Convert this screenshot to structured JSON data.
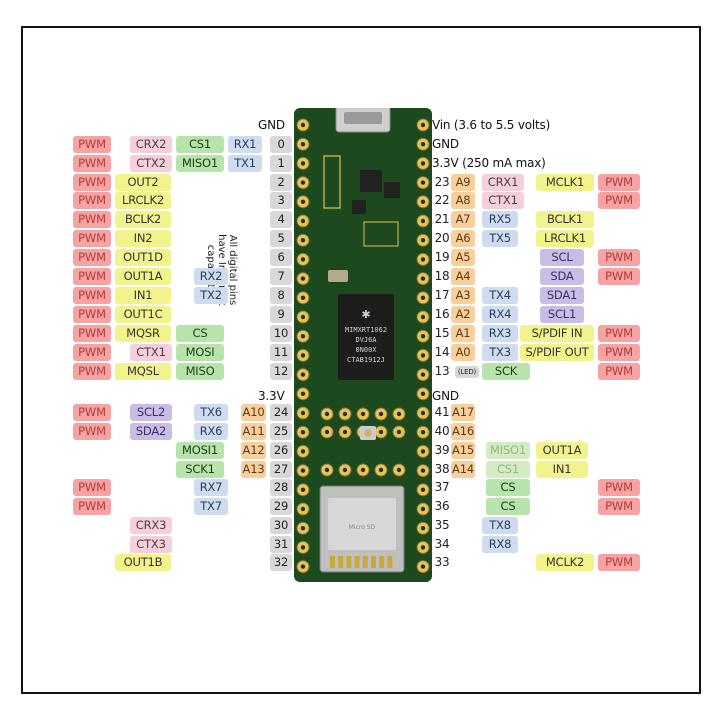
{
  "top_labels": {
    "gnd_top_left": "GND",
    "vin": "Vin  (3.6 to 5.5 volts)",
    "gnd_right": "GND",
    "v33_max": "3.3V (250 mA max)",
    "v33_left": "3.3V",
    "gnd_mid_right": "GND"
  },
  "note": "All digital pins have Interrupt capability.",
  "chip": {
    "line1": "MIMXRT1062",
    "line2": "DVJ6A",
    "line3": "0N00X",
    "line4": "CTAB1912J"
  },
  "led_label": "(LED)",
  "sd_label": "Micro SD",
  "left_pins": [
    {
      "num": "0",
      "cells": [
        "PWM",
        "CRX2",
        "CS1",
        "RX1"
      ]
    },
    {
      "num": "1",
      "cells": [
        "PWM",
        "CTX2",
        "MISO1",
        "TX1"
      ]
    },
    {
      "num": "2",
      "cells": [
        "PWM",
        "OUT2"
      ]
    },
    {
      "num": "3",
      "cells": [
        "PWM",
        "LRCLK2"
      ]
    },
    {
      "num": "4",
      "cells": [
        "PWM",
        "BCLK2"
      ]
    },
    {
      "num": "5",
      "cells": [
        "PWM",
        "IN2"
      ]
    },
    {
      "num": "6",
      "cells": [
        "PWM",
        "OUT1D"
      ]
    },
    {
      "num": "7",
      "cells": [
        "PWM",
        "OUT1A",
        "RX2"
      ]
    },
    {
      "num": "8",
      "cells": [
        "PWM",
        "IN1",
        "TX2"
      ]
    },
    {
      "num": "9",
      "cells": [
        "PWM",
        "OUT1C"
      ]
    },
    {
      "num": "10",
      "cells": [
        "PWM",
        "MQSR",
        "CS"
      ]
    },
    {
      "num": "11",
      "cells": [
        "PWM",
        "CTX1",
        "MOSI"
      ]
    },
    {
      "num": "12",
      "cells": [
        "PWM",
        "MQSL",
        "MISO"
      ]
    },
    {
      "num": "24",
      "cells": [
        "PWM",
        "SCL2",
        "TX6",
        "A10"
      ]
    },
    {
      "num": "25",
      "cells": [
        "PWM",
        "SDA2",
        "RX6",
        "A11"
      ]
    },
    {
      "num": "26",
      "cells": [
        "MOSI1",
        "A12"
      ]
    },
    {
      "num": "27",
      "cells": [
        "SCK1",
        "A13"
      ]
    },
    {
      "num": "28",
      "cells": [
        "PWM",
        "RX7"
      ]
    },
    {
      "num": "29",
      "cells": [
        "PWM",
        "TX7"
      ]
    },
    {
      "num": "30",
      "cells": [
        "CRX3"
      ]
    },
    {
      "num": "31",
      "cells": [
        "CTX3"
      ]
    },
    {
      "num": "32",
      "cells": [
        "OUT1B"
      ]
    }
  ],
  "right_pins": [
    {
      "num": "23",
      "cells": [
        "A9",
        "CRX1",
        "MCLK1",
        "PWM"
      ]
    },
    {
      "num": "22",
      "cells": [
        "A8",
        "CTX1",
        "PWM"
      ]
    },
    {
      "num": "21",
      "cells": [
        "A7",
        "RX5",
        "BCLK1"
      ]
    },
    {
      "num": "20",
      "cells": [
        "A6",
        "TX5",
        "LRCLK1"
      ]
    },
    {
      "num": "19",
      "cells": [
        "A5",
        "SCL",
        "PWM"
      ]
    },
    {
      "num": "18",
      "cells": [
        "A4",
        "SDA",
        "PWM"
      ]
    },
    {
      "num": "17",
      "cells": [
        "A3",
        "TX4",
        "SDA1"
      ]
    },
    {
      "num": "16",
      "cells": [
        "A2",
        "RX4",
        "SCL1"
      ]
    },
    {
      "num": "15",
      "cells": [
        "A1",
        "RX3",
        "S/PDIF IN",
        "PWM"
      ]
    },
    {
      "num": "14",
      "cells": [
        "A0",
        "TX3",
        "S/PDIF OUT",
        "PWM"
      ]
    },
    {
      "num": "13",
      "cells": [
        "SCK",
        "PWM"
      ]
    },
    {
      "num": "41",
      "cells": [
        "A17"
      ]
    },
    {
      "num": "40",
      "cells": [
        "A16"
      ]
    },
    {
      "num": "39",
      "cells": [
        "A15",
        "MISO1",
        "OUT1A"
      ]
    },
    {
      "num": "38",
      "cells": [
        "A14",
        "CS1",
        "IN1"
      ]
    },
    {
      "num": "37",
      "cells": [
        "CS",
        "PWM"
      ]
    },
    {
      "num": "36",
      "cells": [
        "CS",
        "PWM"
      ]
    },
    {
      "num": "35",
      "cells": [
        "TX8"
      ]
    },
    {
      "num": "34",
      "cells": [
        "RX8"
      ]
    },
    {
      "num": "33",
      "cells": [
        "MCLK2",
        "PWM"
      ]
    }
  ],
  "colors": {
    "pwm": "#f5a3a3",
    "audio": "#f3f38e",
    "can": "#f7cfdc",
    "spi": "#b8e3ab",
    "serial": "#cfdcef",
    "analog": "#f9cf9c",
    "i2c": "#c9bde6",
    "pin_number": "#d8d8d8",
    "board": "#1c4a1e"
  }
}
